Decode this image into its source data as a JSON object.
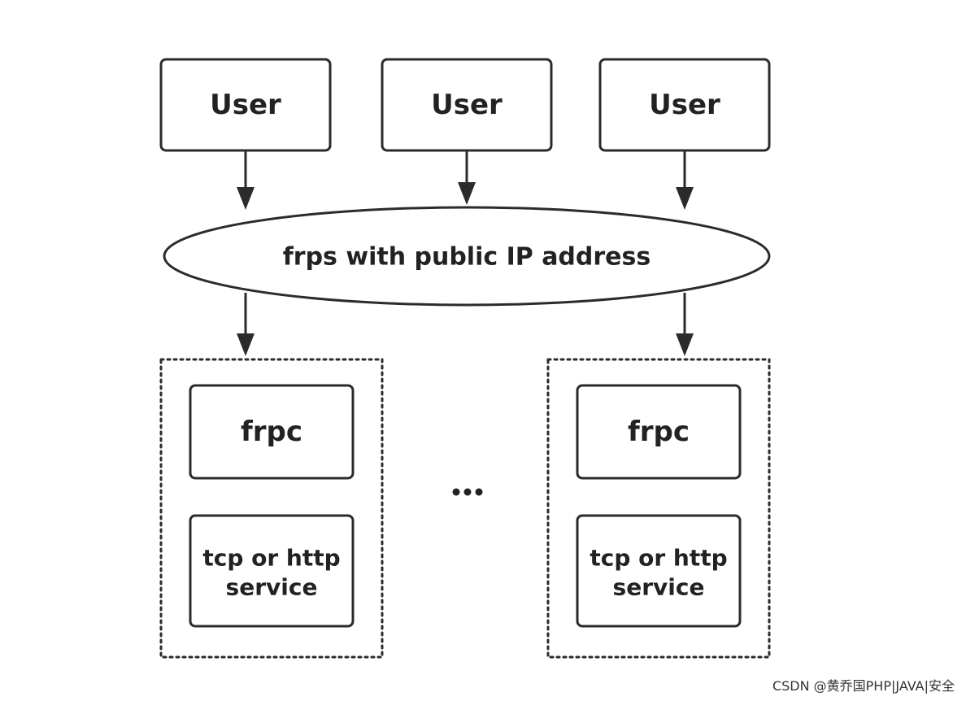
{
  "users": [
    {
      "label": "User"
    },
    {
      "label": "User"
    },
    {
      "label": "User"
    }
  ],
  "server": {
    "label": "frps with public IP address"
  },
  "clients": [
    {
      "frpc_label": "frpc",
      "service_label_line1": "tcp or http",
      "service_label_line2": "service"
    },
    {
      "frpc_label": "frpc",
      "service_label_line1": "tcp or http",
      "service_label_line2": "service"
    }
  ],
  "ellipsis": "...",
  "watermark": "CSDN @黄乔国PHP|JAVA|安全",
  "colors": {
    "stroke": "#2b2b2b",
    "text": "#222222",
    "background": "#ffffff"
  }
}
